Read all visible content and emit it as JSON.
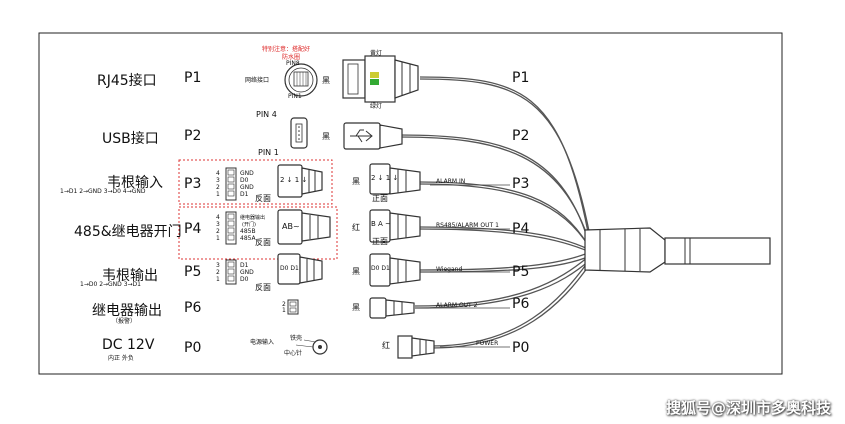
{
  "rows": [
    {
      "name": "RJ45接口",
      "port": "P1",
      "sub": ""
    },
    {
      "name": "USB接口",
      "port": "P2",
      "sub": ""
    },
    {
      "name": "韦根输入",
      "port": "P3",
      "sub": "1→D1  2→GND  3→D0  4→GND"
    },
    {
      "name": "485&继电器开门",
      "port": "P4",
      "sub": ""
    },
    {
      "name": "韦根输出",
      "port": "P5",
      "sub": "1→D0  2→GND  3→D1"
    },
    {
      "name": "继电器输出",
      "port": "P6",
      "sub": "（报警）"
    },
    {
      "name": "DC 12V",
      "port": "P0",
      "sub": "内正 外负"
    }
  ],
  "cable_labels": [
    "P1",
    "P2",
    "P3",
    "P4",
    "P5",
    "P6",
    "P0"
  ],
  "rj45": {
    "note_line1": "特别注意：搭配好",
    "note_line2": "防水圈",
    "pin8": "PIN8",
    "pin1": "PIN1",
    "port_label": "网络接口",
    "color": "黑",
    "yellow_led": "黄灯",
    "green_led": "绿灯"
  },
  "usb": {
    "pin4": "PIN 4",
    "pin1": "PIN 1",
    "color": "黑"
  },
  "p3": {
    "pins": [
      "4",
      "3",
      "2",
      "1"
    ],
    "signals": [
      "GND",
      "D0",
      "GND",
      "D1"
    ],
    "side": "反面",
    "face": "正面",
    "color": "黑",
    "cable": "ALARM IN",
    "glyph": "2 ↓ 1 ↓"
  },
  "p4": {
    "pins": [
      "4",
      "3",
      "2",
      "1"
    ],
    "signals": [
      "继电器输出",
      "(开门)",
      "485B",
      "485A"
    ],
    "side": "反面",
    "face": "正面",
    "color": "红",
    "cable": "RS485/ALARM OUT 1",
    "glyph": "AB~",
    "glyph2": "B A ~"
  },
  "p5": {
    "pins": [
      "3",
      "2",
      "1"
    ],
    "signals": [
      "D1",
      "GND",
      "D0"
    ],
    "side": "反面",
    "color": "黑",
    "cable": "Wiegand",
    "glyph": "D0 D1"
  },
  "p6": {
    "pins": [
      "2",
      "1"
    ],
    "color": "黑",
    "cable": "ALARM OUT 2"
  },
  "p0": {
    "power_in": "电源输入",
    "shell": "铁壳",
    "center": "中心针",
    "color": "红",
    "cable": "POWER"
  },
  "watermark": "搜狐号@深圳市多奥科技"
}
